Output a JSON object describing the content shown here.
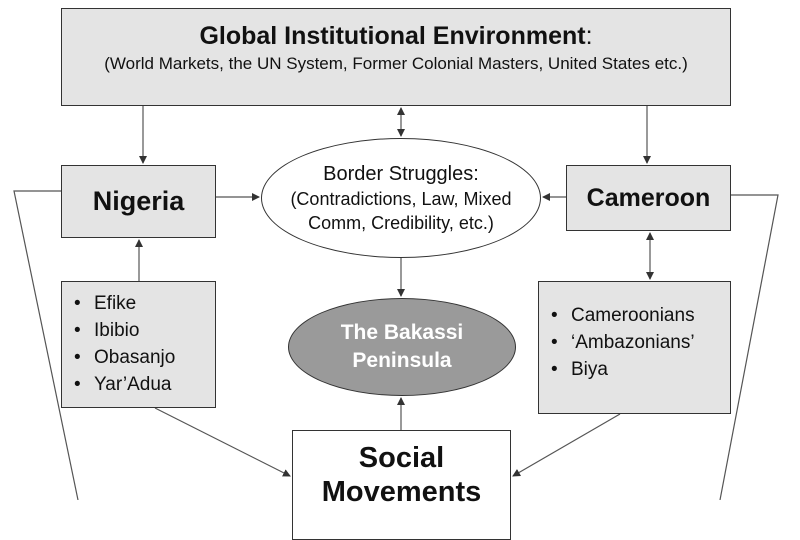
{
  "global": {
    "title": "Global Institutional Environment",
    "title_suffix": ":",
    "subtitle": "(World Markets, the UN System, Former Colonial Masters, United States etc.)"
  },
  "nigeria": {
    "label": "Nigeria",
    "items": [
      "Efike",
      "Ibibio",
      "Obasanjo",
      "Yar’Adua"
    ]
  },
  "cameroon": {
    "label": "Cameroon",
    "items": [
      "Cameroonians",
      "‘Ambazonians’",
      "Biya"
    ]
  },
  "border": {
    "title": "Border Struggles:",
    "subtitle": "(Contradictions, Law, Mixed Comm, Credibility, etc.)"
  },
  "bakassi": {
    "label": "The Bakassi Peninsula"
  },
  "social": {
    "label": "Social Movements"
  },
  "colors": {
    "box_gray": "#e4e4e4",
    "ellipse_gray": "#9a9a9a",
    "stroke": "#333333"
  }
}
